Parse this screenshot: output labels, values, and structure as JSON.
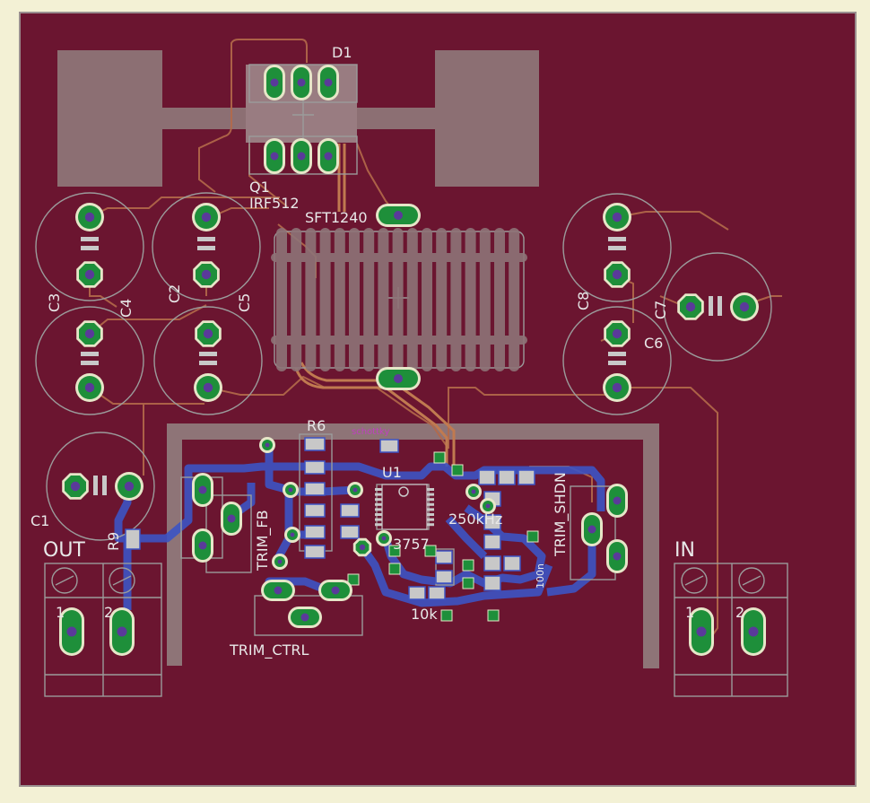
{
  "colors": {
    "frame": "#f3f1d5",
    "board": "#6b1530",
    "board_border": "#9a8f8f",
    "copper_top": "#b46a4a",
    "copper_bottom": "#3d54c4",
    "silk": "#9b9b9b",
    "pad_fill": "#1e8f3a",
    "pad_drill": "#5a3a9a",
    "pad_ring": "#e6e6c8",
    "smd_pad": "#c8c8c8",
    "bottom_pad": "#1e8f3a",
    "block": "#8e7477",
    "label": "#e8e8e8",
    "magenta": "#c040c0"
  },
  "labels": {
    "d1": "D1",
    "q1": "Q1",
    "q1_part": "IRF512",
    "inductor_part": "SFT1240",
    "c1": "C1",
    "c2": "C2",
    "c3": "C3",
    "c4": "C4",
    "c5": "C5",
    "c6": "C6",
    "c7": "C7",
    "c8": "C8",
    "r6": "R6",
    "r9": "R9",
    "u1": "U1",
    "u1_part": "3757",
    "freq": "250kHz",
    "trim_shdn": "TRIM_SHDN",
    "trim_ctrl": "TRIM_CTRL",
    "trim_fb": "TRIM_FB",
    "r10": "10k",
    "cap_100n": "100n",
    "out": "OUT",
    "in": "IN",
    "out_pin1": "1",
    "out_pin2": "2",
    "in_pin1": "1",
    "in_pin2": "2",
    "schottky": "schottky"
  }
}
